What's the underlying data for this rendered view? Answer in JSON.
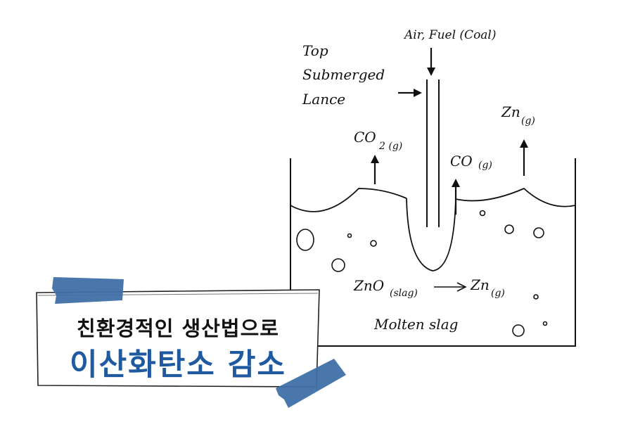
{
  "diagram": {
    "labels": {
      "air_fuel": "Air, Fuel (Coal)",
      "top": "Top",
      "submerged": "Submerged",
      "lance": "Lance",
      "co2_main": "CO",
      "co2_sub": "2 (g)",
      "co_main": "CO",
      "co_sub": "(g)",
      "zn_main": "Zn",
      "zn_sub": "(g)",
      "zno_main": "ZnO",
      "zno_sub": "(slag)",
      "zn2_main": "Zn",
      "zn2_sub": "(g)",
      "molten_slag": "Molten slag"
    }
  },
  "banner": {
    "line1": "친환경적인 생산법으로",
    "line2": "이산화탄소 감소",
    "accent_color": "#1f5aa0",
    "tape_color": "#3f6fa6"
  }
}
